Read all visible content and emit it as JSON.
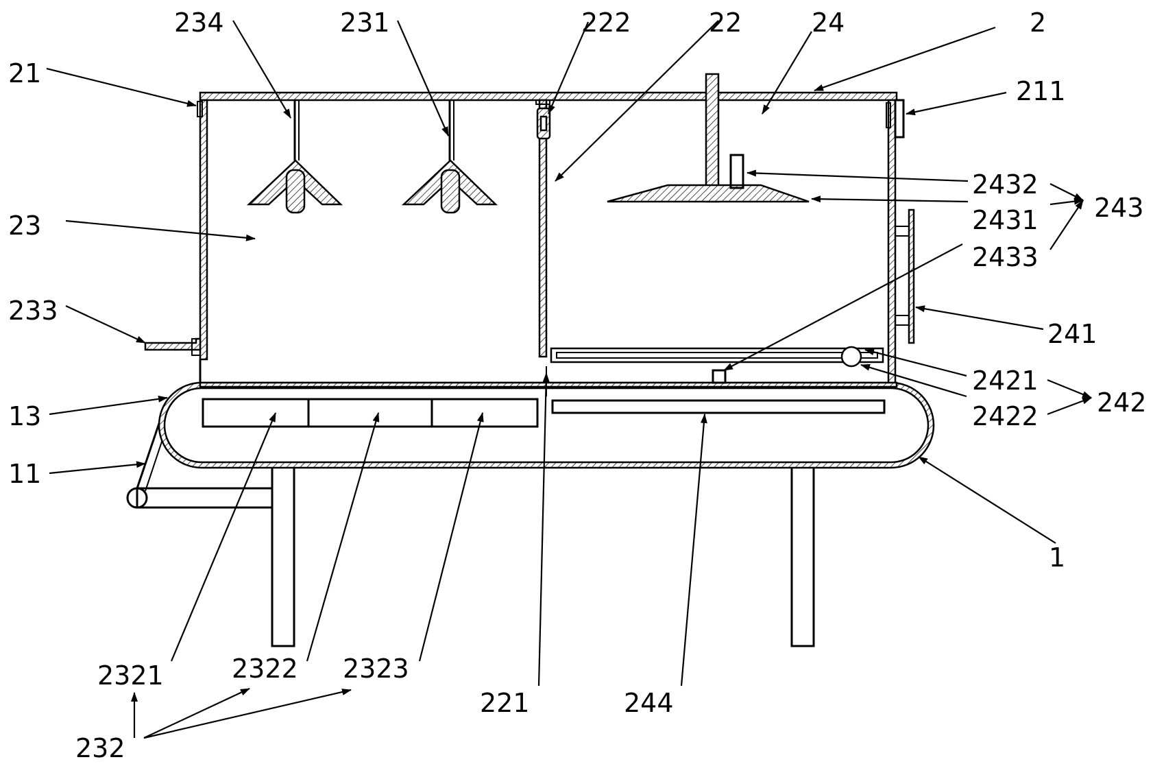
{
  "labels": {
    "l234": "234",
    "l231": "231",
    "l222": "222",
    "l22": "22",
    "l24": "24",
    "l2": "2",
    "l21": "21",
    "l211": "211",
    "l2432": "2432",
    "l2431": "2431",
    "l243": "243",
    "l2433": "2433",
    "l23": "23",
    "l233": "233",
    "l241": "241",
    "l2421": "2421",
    "l2422": "2422",
    "l242": "242",
    "l13": "13",
    "l11": "11",
    "l1": "1",
    "l2321": "2321",
    "l2322": "2322",
    "l2323": "2323",
    "l221": "221",
    "l244": "244",
    "l232": "232"
  }
}
